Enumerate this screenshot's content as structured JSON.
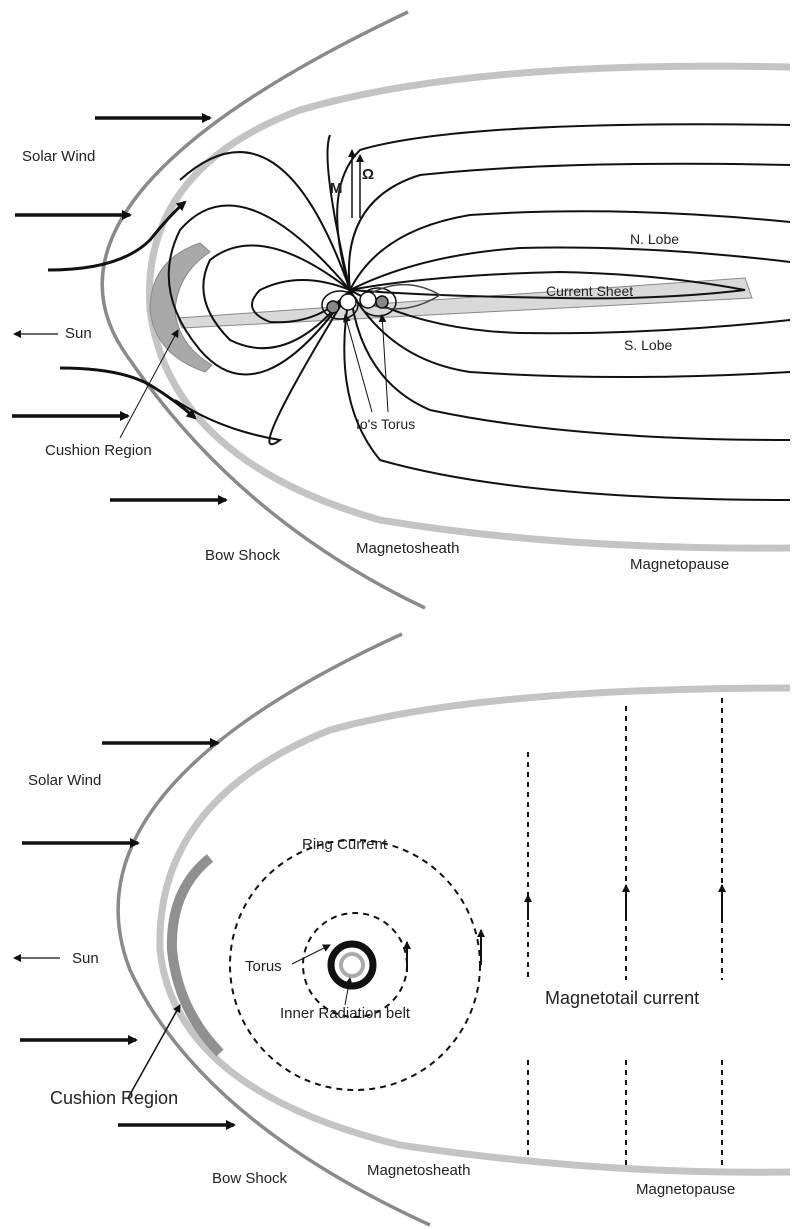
{
  "top_panel": {
    "labels": {
      "solar_wind": "Solar Wind",
      "sun": "Sun",
      "cushion_region": "Cushion Region",
      "bow_shock": "Bow Shock",
      "magnetosheath": "Magnetosheath",
      "magnetopause": "Magnetopause",
      "n_lobe": "N. Lobe",
      "s_lobe": "S. Lobe",
      "current_sheet": "Current Sheet",
      "io_torus": "Io's Torus",
      "magnetic_moment": "M",
      "rotation": "Ω"
    }
  },
  "bottom_panel": {
    "labels": {
      "solar_wind": "Solar Wind",
      "sun": "Sun",
      "cushion_region": "Cushion Region",
      "bow_shock": "Bow Shock",
      "magnetosheath": "Magnetosheath",
      "magnetopause": "Magnetopause",
      "ring_current": "Ring Current",
      "torus": "Torus",
      "inner_radiation_belt": "Inner Radiation belt",
      "magnetotail_current": "Magnetotail current"
    }
  },
  "colors": {
    "bow_shock": "#888888",
    "magnetopause": "#c8c8c8",
    "cushion": "#a8a8a8",
    "field_lines": "#111111"
  }
}
